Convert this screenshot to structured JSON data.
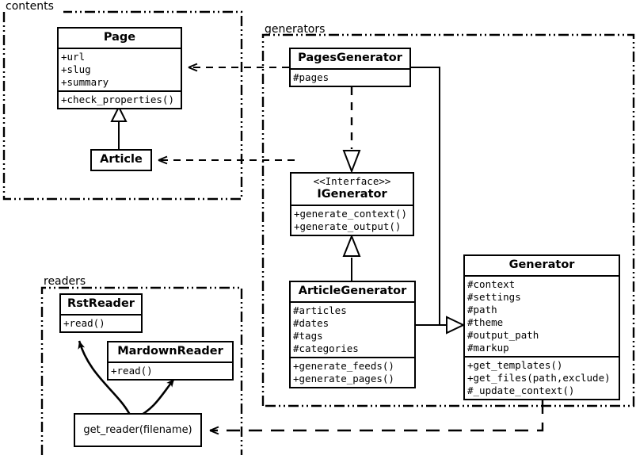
{
  "diagram": {
    "type": "uml-class-diagram",
    "packages": [
      {
        "name": "contents-package",
        "label": "contents"
      },
      {
        "name": "generators-package",
        "label": "generators"
      },
      {
        "name": "readers-package",
        "label": "readers"
      }
    ],
    "classes": [
      {
        "id": "page",
        "name": "Page",
        "stereotype": "",
        "attributes": [
          "+url",
          "+slug",
          "+summary"
        ],
        "operations": [
          "+check_properties()"
        ]
      },
      {
        "id": "article",
        "name": "Article",
        "stereotype": "",
        "attributes": [],
        "operations": []
      },
      {
        "id": "pagesgenerator",
        "name": "PagesGenerator",
        "stereotype": "",
        "attributes": [
          "#pages"
        ],
        "operations": []
      },
      {
        "id": "igenerator",
        "name": "IGenerator",
        "stereotype": "<<Interface>>",
        "attributes": [],
        "operations": [
          "+generate_context()",
          "+generate_output()"
        ]
      },
      {
        "id": "articlegenerator",
        "name": "ArticleGenerator",
        "stereotype": "",
        "attributes": [
          "#articles",
          "#dates",
          "#tags",
          "#categories"
        ],
        "operations": [
          "+generate_feeds()",
          "+generate_pages()"
        ]
      },
      {
        "id": "generator",
        "name": "Generator",
        "stereotype": "",
        "attributes": [
          "#context",
          "#settings",
          "#path",
          "#theme",
          "#output_path",
          "#markup"
        ],
        "operations": [
          "+get_templates()",
          "+get_files(path,exclude)",
          "#_update_context()"
        ]
      },
      {
        "id": "rstreader",
        "name": "RstReader",
        "stereotype": "",
        "attributes": [],
        "operations": [
          "+read()"
        ]
      },
      {
        "id": "mardownreader",
        "name": "MardownReader",
        "stereotype": "",
        "attributes": [],
        "operations": [
          "+read()"
        ]
      }
    ],
    "functions": [
      {
        "id": "get_reader",
        "label": "get_reader(filename)"
      }
    ],
    "relations": [
      {
        "from": "article",
        "to": "page",
        "type": "generalization"
      },
      {
        "from": "pagesgenerator",
        "to": "igenerator",
        "type": "realization"
      },
      {
        "from": "articlegenerator",
        "to": "igenerator",
        "type": "generalization"
      },
      {
        "from": "pagesgenerator",
        "to": "generator",
        "type": "generalization"
      },
      {
        "from": "articlegenerator",
        "to": "generator",
        "type": "generalization"
      },
      {
        "from": "pagesgenerator",
        "to": "page",
        "type": "dependency"
      },
      {
        "from": "articlegenerator",
        "to": "article",
        "type": "dependency"
      },
      {
        "from": "generator",
        "to": "get_reader",
        "type": "dependency"
      },
      {
        "from": "get_reader",
        "to": "rstreader",
        "type": "creates"
      },
      {
        "from": "get_reader",
        "to": "mardownreader",
        "type": "creates"
      }
    ],
    "colors": {
      "stroke": "#000000",
      "fill": "#ffffff"
    }
  }
}
